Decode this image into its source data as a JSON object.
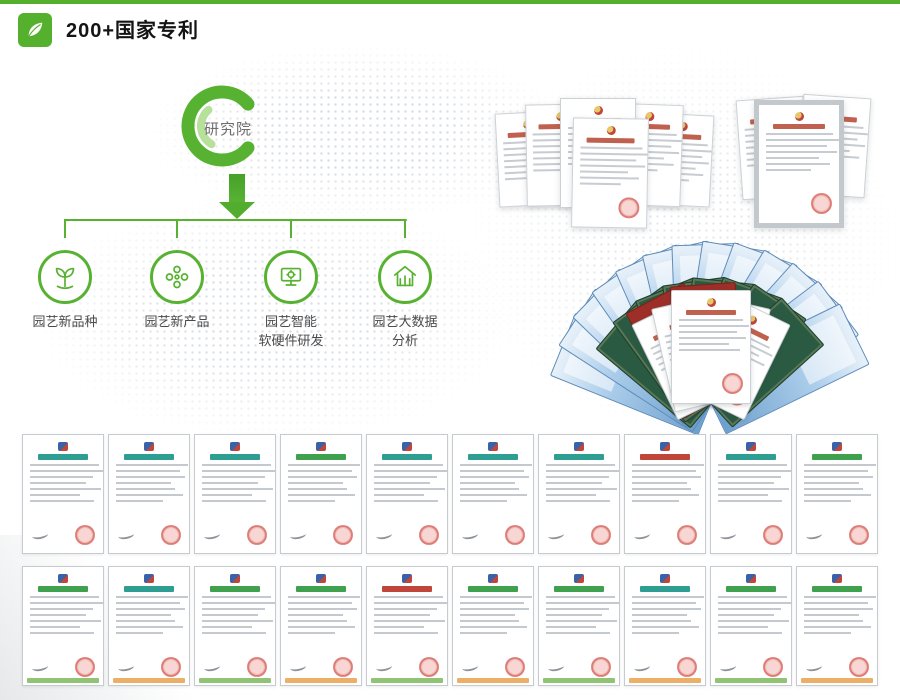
{
  "header": {
    "title": "200+国家专利",
    "accent_color": "#54b02d"
  },
  "diagram": {
    "root_label": "研究院",
    "accent_color": "#58b232",
    "branches": [
      {
        "icon": "sprout-icon",
        "lines": [
          "园艺新品种",
          ""
        ]
      },
      {
        "icon": "flower-icon",
        "lines": [
          "园艺新产品",
          ""
        ]
      },
      {
        "icon": "smart-device-icon",
        "lines": [
          "园艺智能",
          "软硬件研发"
        ]
      },
      {
        "icon": "data-house-icon",
        "lines": [
          "园艺大数据",
          "分析"
        ]
      }
    ]
  },
  "certificates": {
    "left_cluster_count": 6,
    "right_cluster_count": 3,
    "fan_counts": {
      "blue": 13,
      "green": 8,
      "red": 2,
      "white": 5
    },
    "grid": {
      "rows": [
        {
          "certs": [
            {
              "title_color": "#2f9e92",
              "footer": "",
              "seal": "red"
            },
            {
              "title_color": "#2f9e92",
              "footer": "",
              "seal": "red"
            },
            {
              "title_color": "#2f9e92",
              "footer": "",
              "seal": "red"
            },
            {
              "title_color": "#3fa04e",
              "footer": "",
              "seal": "red"
            },
            {
              "title_color": "#2f9e92",
              "footer": "",
              "seal": "red"
            },
            {
              "title_color": "#2f9e92",
              "footer": "",
              "seal": "red"
            },
            {
              "title_color": "#2f9e92",
              "footer": "",
              "seal": "red"
            },
            {
              "title_color": "#c0453a",
              "footer": "",
              "seal": "red"
            },
            {
              "title_color": "#2f9e92",
              "footer": "",
              "seal": "red"
            },
            {
              "title_color": "#3fa04e",
              "footer": "",
              "seal": "red"
            }
          ]
        },
        {
          "certs": [
            {
              "title_color": "#3fa04e",
              "footer": "#7cb85c",
              "seal": "red"
            },
            {
              "title_color": "#2f9e92",
              "footer": "#e8a14c",
              "seal": "red"
            },
            {
              "title_color": "#3fa04e",
              "footer": "#7cb85c",
              "seal": "red"
            },
            {
              "title_color": "#3fa04e",
              "footer": "#e8a14c",
              "seal": "red"
            },
            {
              "title_color": "#c0453a",
              "footer": "#7cb85c",
              "seal": "red"
            },
            {
              "title_color": "#3fa04e",
              "footer": "#e8a14c",
              "seal": "red"
            },
            {
              "title_color": "#3fa04e",
              "footer": "#7cb85c",
              "seal": "red"
            },
            {
              "title_color": "#2f9e92",
              "footer": "#e8a14c",
              "seal": "red"
            },
            {
              "title_color": "#3fa04e",
              "footer": "#7cb85c",
              "seal": "red"
            },
            {
              "title_color": "#3fa04e",
              "footer": "#e8a14c",
              "seal": "red"
            }
          ]
        }
      ]
    }
  }
}
